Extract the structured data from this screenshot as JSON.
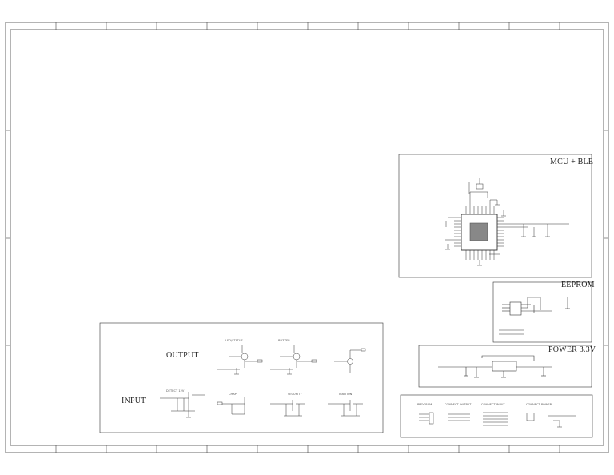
{
  "blocks": {
    "mcu": {
      "title": "MCU + BLE"
    },
    "eeprom": {
      "title": "EEPROM"
    },
    "power": {
      "title": "POWER 3.3V"
    },
    "output": {
      "title": "OUTPUT",
      "labels": [
        "LED/STATUS",
        "BUZZER"
      ]
    },
    "input": {
      "title": "INPUT",
      "labels": [
        "DETECT 12V",
        "CHAP",
        "SECURITY",
        "IGNITION"
      ]
    },
    "connectors": {
      "labels": [
        "PROGRAM",
        "CONNECT OUTPUT",
        "CONNECT INPUT",
        "CONNECT POWER"
      ]
    }
  },
  "colors": {
    "line": "#333333",
    "frame": "#444444",
    "background": "#ffffff"
  }
}
